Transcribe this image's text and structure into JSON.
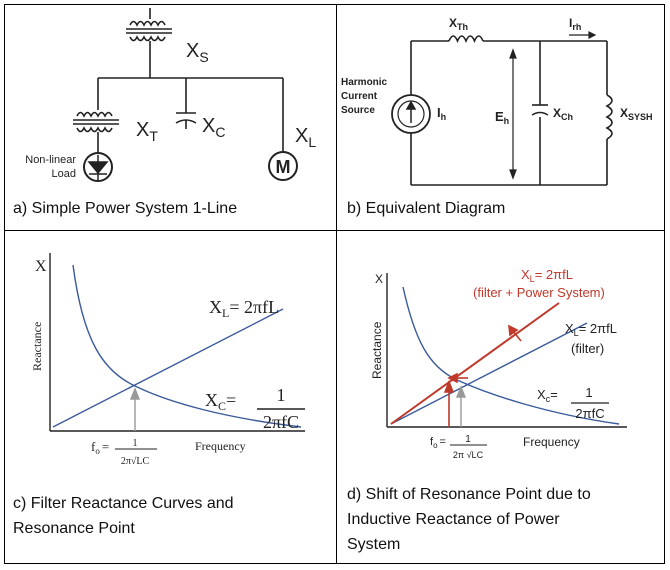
{
  "panel_a": {
    "caption": "a)  Simple Power System 1-Line",
    "label_xs": "X",
    "label_xs_sub": "S",
    "label_xt": "X",
    "label_xt_sub": "T",
    "label_xc": "X",
    "label_xc_sub": "C",
    "label_xl": "X",
    "label_xl_sub": "L",
    "motor": "M",
    "load_line1": "Non-linear",
    "load_line2": "Load"
  },
  "panel_b": {
    "caption": "b)  Equivalent Diagram",
    "source_line1": "Harmonic",
    "source_line2": "Current",
    "source_line3": "Source",
    "label_ih": "I",
    "label_ih_sub": "h",
    "label_xth": "X",
    "label_xth_sub": "Th",
    "label_irh": "I",
    "label_irh_sub": "rh",
    "label_eh": "E",
    "label_eh_sub": "h",
    "label_xch": "X",
    "label_xch_sub": "Ch",
    "label_xsys": "X",
    "label_xsys_sub": "SYSH"
  },
  "panel_c": {
    "caption_line1": "c)  Filter Reactance Curves and",
    "caption_line2": "Resonance Point",
    "axis_y": "X",
    "ylabel": "Reactance",
    "xlabel": "Frequency",
    "xl_label": "X",
    "xl_sub": "L",
    "xl_eq": "= 2πfL",
    "xc_label": "X",
    "xc_sub": "C",
    "xc_eq": "=",
    "xc_num": "1",
    "xc_den": "2πfC",
    "f0": "f",
    "f0_sub": "o",
    "f0_eq": "=",
    "f0_num": "1",
    "f0_den": "2π√LC"
  },
  "panel_d": {
    "caption_line1": "d)  Shift of Resonance Point due to",
    "caption_line2": "Inductive Reactance of Power",
    "caption_line3": "System",
    "axis_y": "X",
    "ylabel": "Reactance",
    "xlabel": "Frequency",
    "xl_sys_label": "X",
    "xl_sys_sub": "L",
    "xl_sys_eq": "= 2πfL",
    "xl_sys_note": "(filter + Power System)",
    "xl_filter_label": "X",
    "xl_filter_sub": "L",
    "xl_filter_eq": "= 2πfL",
    "xl_filter_note": "(filter)",
    "xc_label": "X",
    "xc_sub": "c",
    "xc_eq": "=",
    "xc_num": "1",
    "xc_den": "2πfC",
    "f0": "f",
    "f0_sub": "o",
    "f0_eq": "=",
    "f0_num": "1",
    "f0_den": "2π √LC"
  },
  "colors": {
    "line": "#222222",
    "blue_curve": "#3a5a9c",
    "red_curve": "#c0392b",
    "arrow_grey": "#999999"
  }
}
